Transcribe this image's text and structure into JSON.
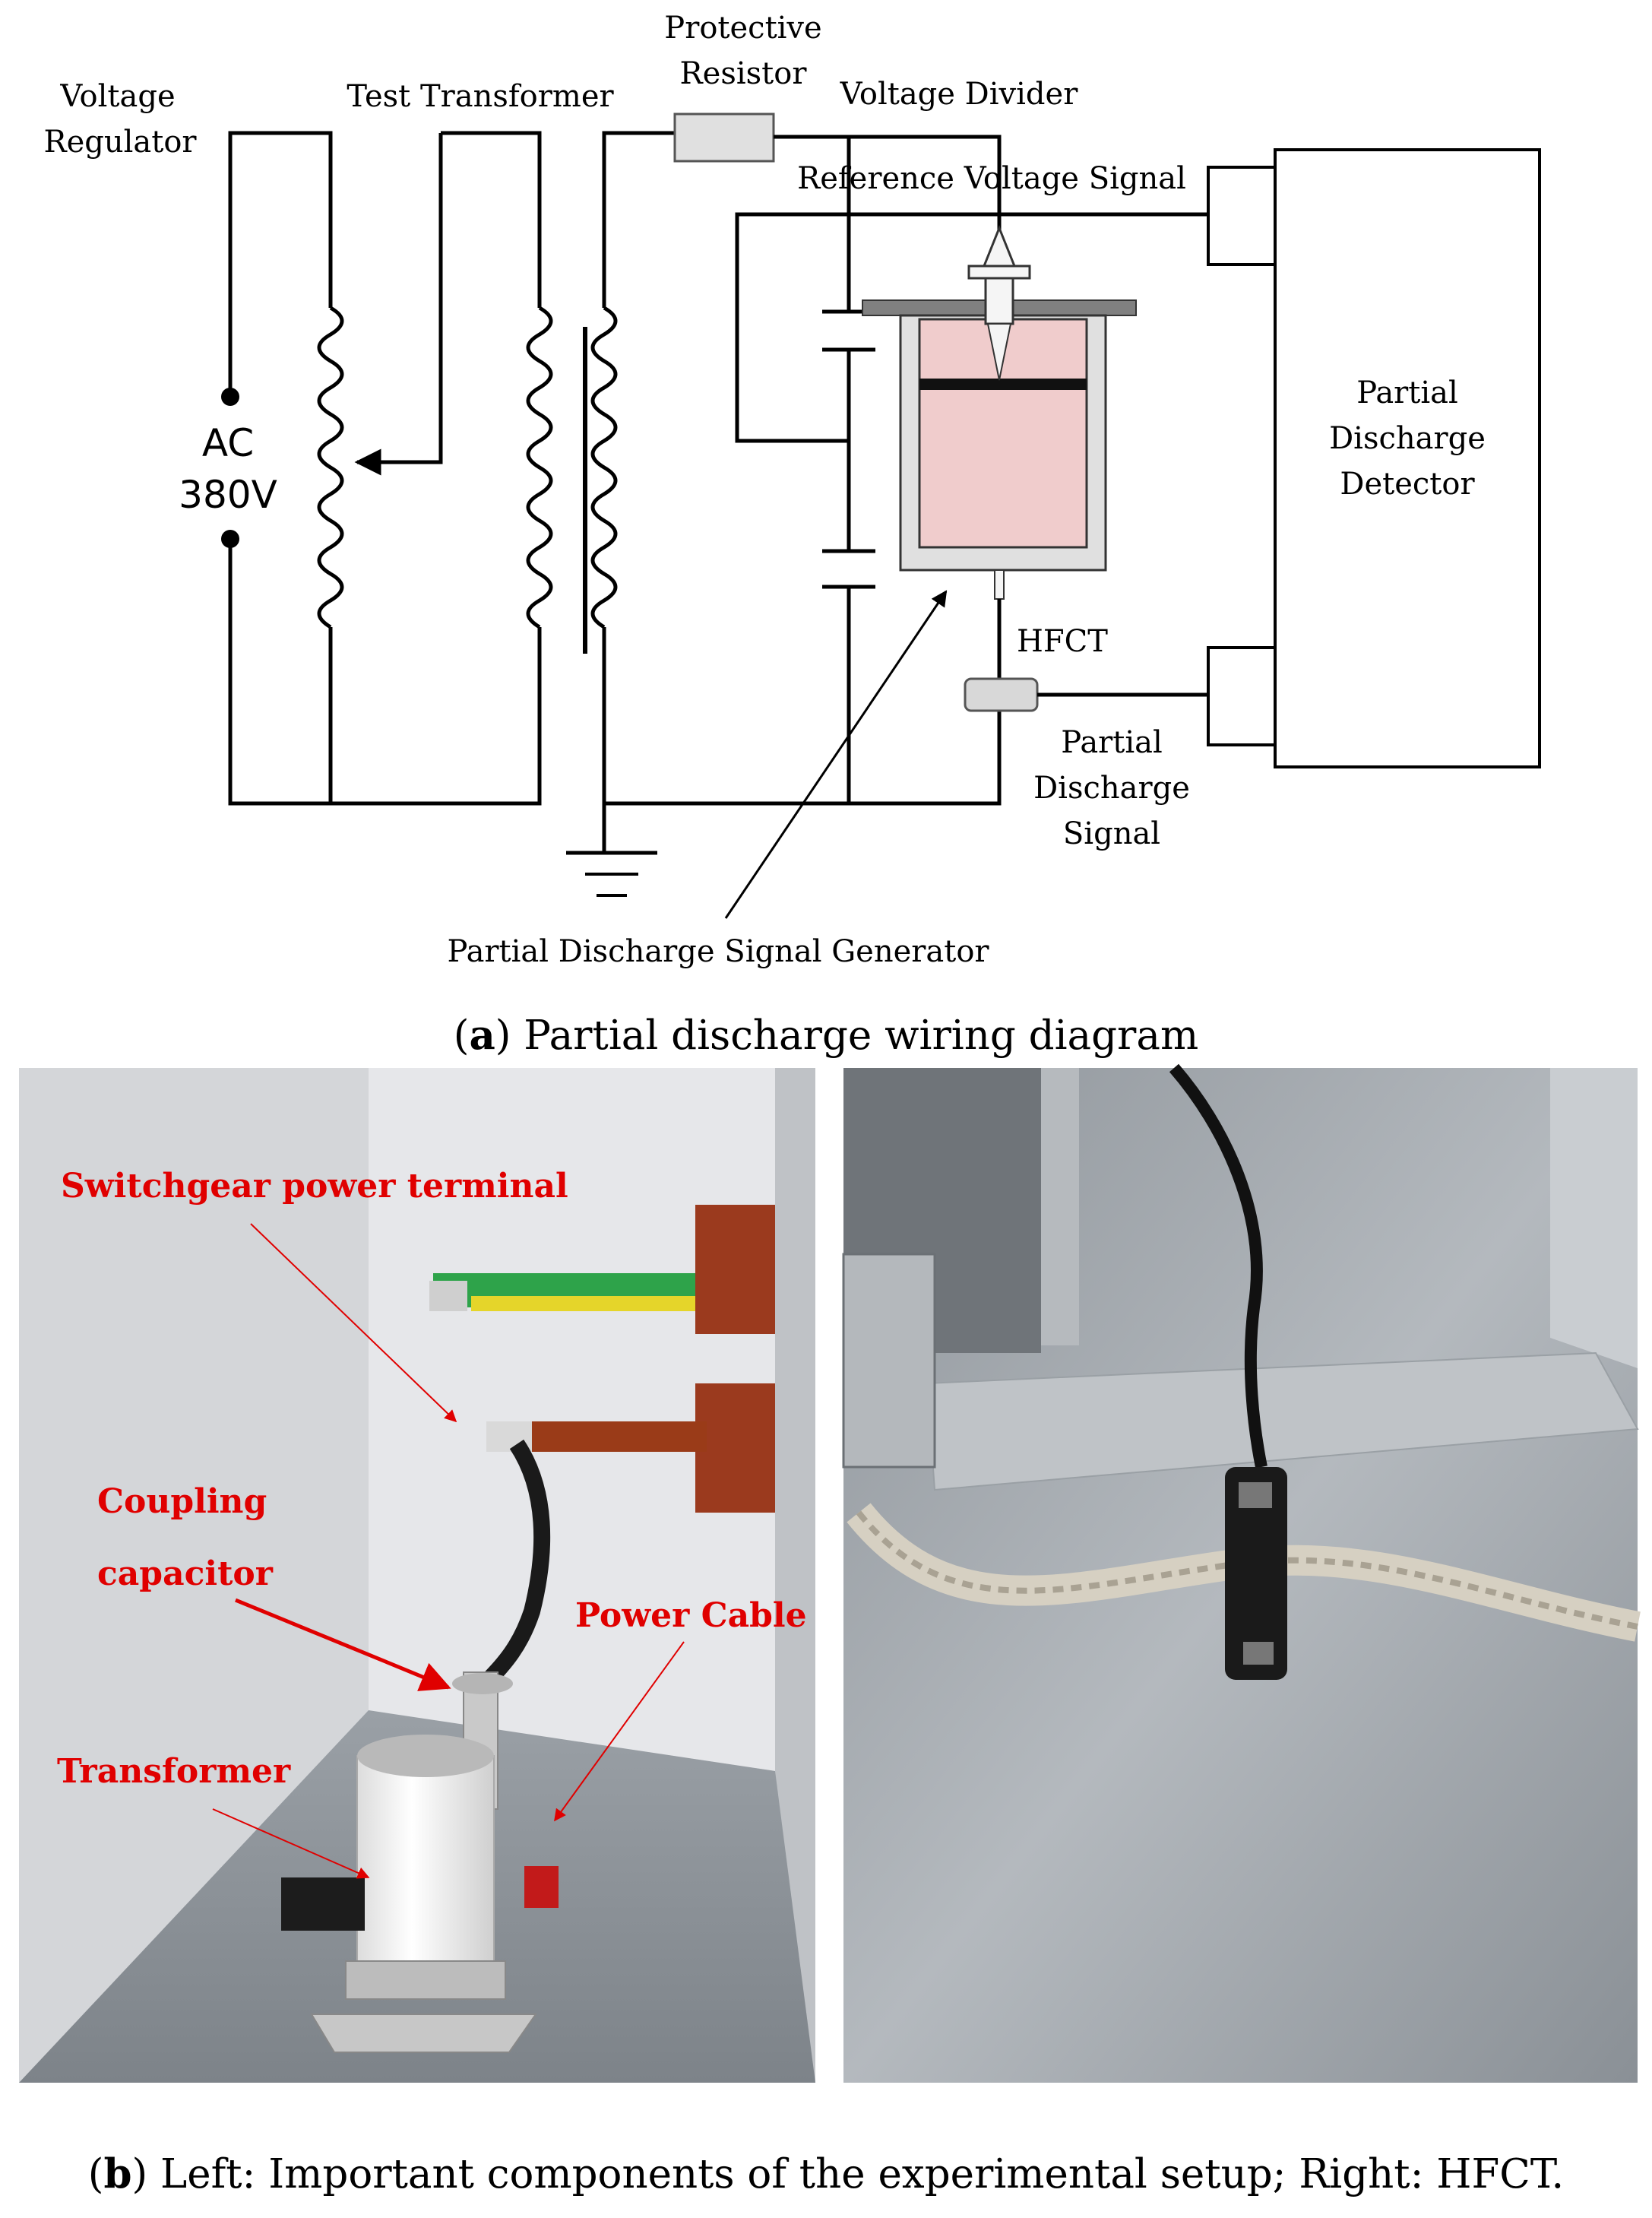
{
  "diagram": {
    "labels": {
      "voltage_regulator_1": "Voltage",
      "voltage_regulator_2": "Regulator",
      "test_transformer": "Test Transformer",
      "protective_resistor_1": "Protective",
      "protective_resistor_2": "Resistor",
      "voltage_divider": "Voltage Divider",
      "reference_voltage_signal": "Reference Voltage Signal",
      "ac": "AC",
      "volts": "380V",
      "pd_detector_1": "Partial",
      "pd_detector_2": "Discharge",
      "pd_detector_3": "Detector",
      "hfct": "HFCT",
      "pd_signal_1": "Partial",
      "pd_signal_2": "Discharge",
      "pd_signal_3": "Signal",
      "pd_signal_generator": "Partial Discharge Signal Generator"
    },
    "caption_letter": "a",
    "caption_text": ") Partial discharge wiring diagram"
  },
  "photos": {
    "left_annotations": {
      "switchgear_power_terminal": "Switchgear power terminal",
      "coupling_capacitor_1": "Coupling",
      "coupling_capacitor_2": "capacitor",
      "power_cable": "Power Cable",
      "transformer": "Transformer"
    },
    "caption_letter": "b",
    "caption_text": ") Left: Important components of the experimental setup; Right: HFCT."
  },
  "colors": {
    "generator_fill": "#f0cccc",
    "box_gray": "#e0e0e0",
    "annotation_red": "#e00000"
  }
}
